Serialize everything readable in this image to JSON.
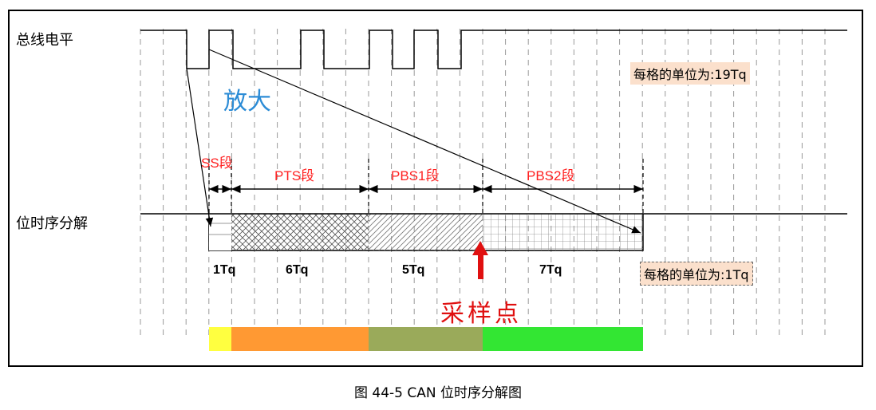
{
  "labels": {
    "bus_level": "总线电平",
    "bit_timing": "位时序分解",
    "zoom": "放大",
    "sample_point": "采样点"
  },
  "unit_boxes": {
    "top": "每格的单位为:19Tq",
    "bottom": "每格的单位为:1Tq"
  },
  "segments": [
    {
      "name": "SS段",
      "tq": "1Tq",
      "color": "#ffff40"
    },
    {
      "name": "PTS段",
      "tq": "6Tq",
      "color": "#ff9933"
    },
    {
      "name": "PBS1段",
      "tq": "5Tq",
      "color": "#9aaa5a"
    },
    {
      "name": "PBS2段",
      "tq": "7Tq",
      "color": "#33e633"
    }
  ],
  "caption": "图 44-5 CAN 位时序分解图",
  "colors": {
    "segment_text": "#ff2020",
    "zoom_text": "#2c8cd6",
    "sample_arrow": "#e01010",
    "unit_box_bg": "#fbe0cc"
  }
}
